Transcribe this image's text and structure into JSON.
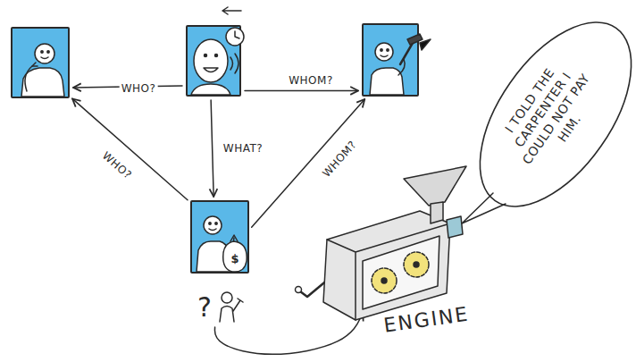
{
  "diagram": {
    "nodes": [
      {
        "text": []
      },
      {
        "text": []
      },
      {
        "text": []
      },
      {
        "text": []
      },
      {
        "text": [
          "ENGINE"
        ]
      },
      {
        "text": [
          "I TOLD THE CARPENTER I COULD NOT PAY HIM."
        ]
      }
    ],
    "edges": [
      {
        "from": 1,
        "to": 0,
        "label": "WHO?",
        "arrow": "to"
      },
      {
        "from": 1,
        "to": 2,
        "label": "WHOM?",
        "arrow": "to"
      },
      {
        "from": 1,
        "to": 3,
        "label": "WHAT?",
        "arrow": "to"
      },
      {
        "from": 3,
        "to": 0,
        "label": "WHO?",
        "arrow": "to"
      },
      {
        "from": 3,
        "to": 2,
        "label": "WHOM?",
        "arrow": "to"
      },
      {
        "from": 3,
        "to": 4,
        "arrow": "to"
      }
    ],
    "labels": [
      "$",
      "?"
    ]
  }
}
